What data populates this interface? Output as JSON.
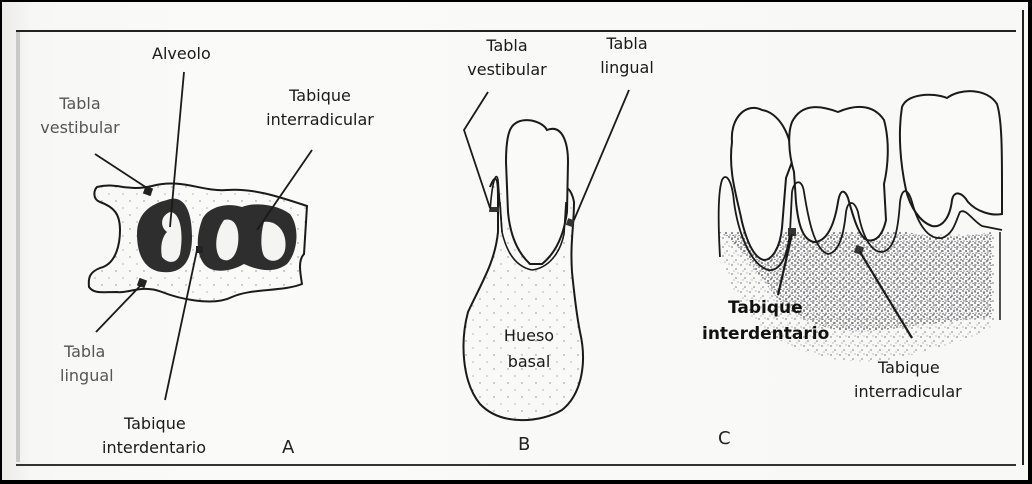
{
  "figure": {
    "type": "dental-anatomy-diagram",
    "language": "es",
    "colors": {
      "background": "#f8f8f6",
      "line": "#1a1a1a",
      "alveolus_fill": "#2e2e2e",
      "bone_stipple": "#6a6a70",
      "outer_border": "#000000"
    }
  },
  "panels": [
    {
      "letter": "A",
      "labels": {
        "alveolo": "Alveolo",
        "tabla_vestibular_1": "Tabla",
        "tabla_vestibular_2": "vestibular",
        "tabique_interradicular_1": "Tabique",
        "tabique_interradicular_2": "interradicular",
        "tabla_lingual_1": "Tabla",
        "tabla_lingual_2": "lingual",
        "tabique_interdentario_1": "Tabique",
        "tabique_interdentario_2": "interdentario"
      }
    },
    {
      "letter": "B",
      "labels": {
        "tabla_vestibular_1": "Tabla",
        "tabla_vestibular_2": "vestibular",
        "tabla_lingual_1": "Tabla",
        "tabla_lingual_2": "lingual",
        "hueso_basal_1": "Hueso",
        "hueso_basal_2": "basal"
      }
    },
    {
      "letter": "C",
      "labels": {
        "tabique_interdentario_1": "Tabique",
        "tabique_interdentario_2": "interdentario",
        "tabique_interradicular_1": "Tabique",
        "tabique_interradicular_2": "interradicular"
      }
    }
  ]
}
